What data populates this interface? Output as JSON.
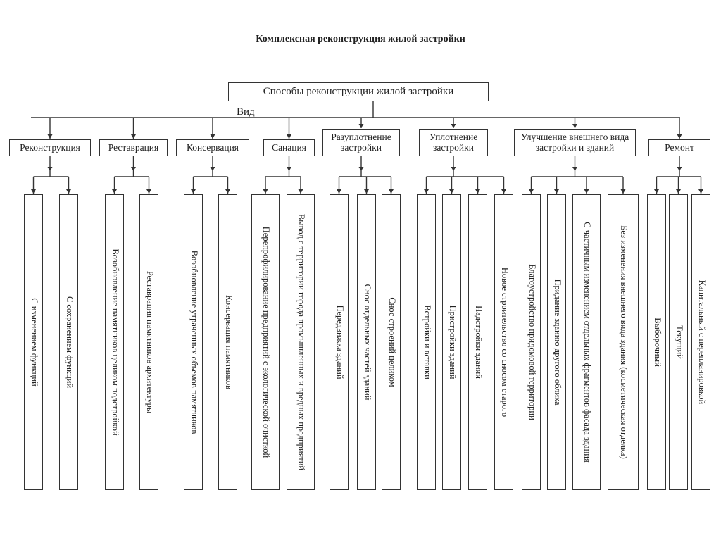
{
  "title": "Комплексная реконструкция жилой застройки",
  "root": "Способы реконструкции жилой застройки",
  "vid_label": "Вид",
  "categories": [
    {
      "label": "Реконструкция",
      "leaves": [
        "С изменением функций",
        "С сохранением функций"
      ]
    },
    {
      "label": "Реставрация",
      "leaves": [
        "Возобновление памятников целиком подстройкой",
        "Реставрация памятников архитектуры"
      ]
    },
    {
      "label": "Консервация",
      "leaves": [
        "Возобновление утраченных объемов памятников",
        "Консервация памятников"
      ]
    },
    {
      "label": "Санация",
      "leaves": [
        "Перепрофилирование предприятий с экологической очисткой",
        "Вывод с территории города промышленных и вредных предприятий"
      ]
    },
    {
      "label": "Разуплотнение застройки",
      "leaves": [
        "Передвижка зданий",
        "Снос отдельных частей зданий",
        "Снос строений целиком"
      ]
    },
    {
      "label": "Уплотнение застройки",
      "leaves": [
        "Встройки и вставки",
        "Пристройки зданий",
        "Надстройки зданий",
        "Новое строительство со сносом старого"
      ]
    },
    {
      "label": "Улучшение внешнего вида застройки и зданий",
      "leaves": [
        "Благоустройство придомовой территории",
        "Придание зданию другого облика",
        "С частичным изменением отдельных фрагментов фасада здания",
        "Без изменения внешнего вида здания (косметическая отделка)"
      ]
    },
    {
      "label": "Ремонт",
      "leaves": [
        "Выборочный",
        "Текущий",
        "Капитальный с перепланировкой"
      ]
    }
  ]
}
